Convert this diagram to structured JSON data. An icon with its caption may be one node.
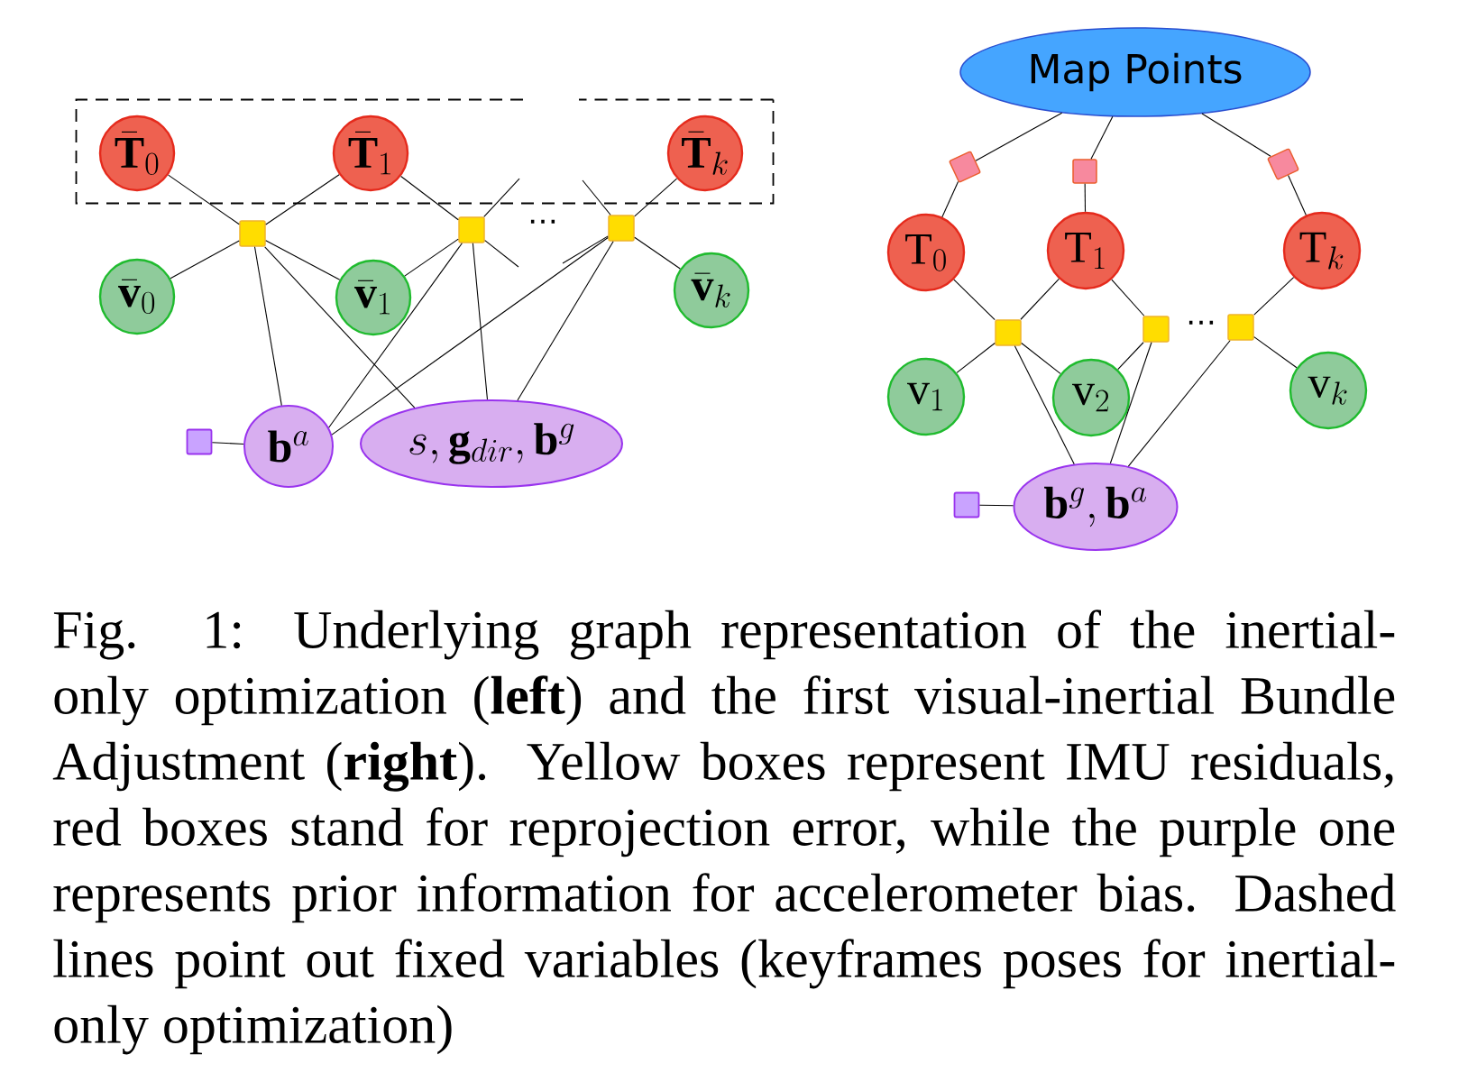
{
  "diagram": {
    "caption": "Fig. 1: Underlying graph representation of the inertial-only optimization (**left**) and the first visual-inertial Bundle Adjustment (**right**). Yellow boxes represent IMU residuals, red boxes stand for reprojection error, while the purple one represents prior information for accelerometer bias. Dashed lines point out fixed variables (keyframes poses for inertial-only optimization)",
    "nodes": [
      {
        "text": [],
        "shape": "box"
      },
      {
        "text": [
          "\\bar{\\mathbf{T}}_0"
        ],
        "in": 0
      },
      {
        "text": [
          "\\bar{\\mathbf{T}}_1"
        ],
        "in": 0
      },
      {
        "text": [
          "\\bar{\\mathbf{T}}_k"
        ],
        "in": 0
      },
      {
        "text": [],
        "shape": "box"
      },
      {
        "text": [],
        "shape": "box"
      },
      {
        "text": [],
        "shape": "box"
      },
      {
        "text": [
          "\\bar{\\mathbf{v}}_0"
        ]
      },
      {
        "text": [
          "\\bar{\\mathbf{v}}_1"
        ]
      },
      {
        "text": [
          "\\bar{\\mathbf{v}}_k"
        ]
      },
      {
        "text": [],
        "shape": "box"
      },
      {
        "text": [
          "\\mathbf{b}^a"
        ]
      },
      {
        "text": [
          "s, \\mathbf{g}_{dir}, \\mathbf{b}^g"
        ]
      },
      {
        "text": [
          "Map Points"
        ]
      },
      {
        "text": [],
        "shape": "box"
      },
      {
        "text": [],
        "shape": "box"
      },
      {
        "text": [],
        "shape": "box"
      },
      {
        "text": [
          "\\mathrm{T}_0"
        ]
      },
      {
        "text": [
          "\\mathrm{T}_1"
        ]
      },
      {
        "text": [
          "\\mathrm{T}_k"
        ]
      },
      {
        "text": [],
        "shape": "box"
      },
      {
        "text": [],
        "shape": "box"
      },
      {
        "text": [],
        "shape": "box"
      },
      {
        "text": [
          "\\mathrm{v}_1"
        ]
      },
      {
        "text": [
          "\\mathrm{v}_2"
        ]
      },
      {
        "text": [
          "\\mathrm{v}_k"
        ]
      },
      {
        "text": [],
        "shape": "box"
      },
      {
        "text": [
          "\\mathbf{b}^g, \\mathbf{b}^a"
        ]
      }
    ],
    "edges": [
      {
        "from": 1,
        "to": 4,
        "arrow": "none"
      },
      {
        "from": 2,
        "to": 4,
        "arrow": "none"
      },
      {
        "from": 7,
        "to": 4,
        "arrow": "none"
      },
      {
        "from": 8,
        "to": 4,
        "arrow": "none"
      },
      {
        "from": 4,
        "to": 11,
        "arrow": "none"
      },
      {
        "from": 4,
        "to": 12,
        "arrow": "none"
      },
      {
        "from": 2,
        "to": 5,
        "arrow": "none"
      },
      {
        "from": 8,
        "to": 5,
        "arrow": "none"
      },
      {
        "from": 5,
        "to": 11,
        "arrow": "none"
      },
      {
        "from": 5,
        "to": 12,
        "arrow": "none"
      },
      {
        "from": 5,
        "to": null,
        "arrow": "none"
      },
      {
        "from": 5,
        "to": null,
        "arrow": "none"
      },
      {
        "from": 3,
        "to": 6,
        "arrow": "none"
      },
      {
        "from": 9,
        "to": 6,
        "arrow": "none"
      },
      {
        "from": 6,
        "to": 11,
        "arrow": "none"
      },
      {
        "from": 6,
        "to": 12,
        "arrow": "none"
      },
      {
        "from": 6,
        "to": null,
        "arrow": "none"
      },
      {
        "from": 6,
        "to": null,
        "arrow": "none"
      },
      {
        "from": 10,
        "to": 11,
        "arrow": "none"
      },
      {
        "from": 13,
        "to": 14,
        "arrow": "none"
      },
      {
        "from": 14,
        "to": 17,
        "arrow": "none"
      },
      {
        "from": 13,
        "to": 15,
        "arrow": "none"
      },
      {
        "from": 15,
        "to": 18,
        "arrow": "none"
      },
      {
        "from": 13,
        "to": 16,
        "arrow": "none"
      },
      {
        "from": 16,
        "to": 19,
        "arrow": "none"
      },
      {
        "from": 17,
        "to": 20,
        "arrow": "none"
      },
      {
        "from": 18,
        "to": 20,
        "arrow": "none"
      },
      {
        "from": 23,
        "to": 20,
        "arrow": "none"
      },
      {
        "from": 24,
        "to": 20,
        "arrow": "none"
      },
      {
        "from": 20,
        "to": 27,
        "arrow": "none"
      },
      {
        "from": 18,
        "to": 21,
        "arrow": "none"
      },
      {
        "from": 24,
        "to": 21,
        "arrow": "none"
      },
      {
        "from": 21,
        "to": 27,
        "arrow": "none"
      },
      {
        "from": 19,
        "to": 22,
        "arrow": "none"
      },
      {
        "from": 25,
        "to": 22,
        "arrow": "none"
      },
      {
        "from": 22,
        "to": 27,
        "arrow": "none"
      },
      {
        "from": 26,
        "to": 27,
        "arrow": "none"
      }
    ],
    "labels": [
      "⋯",
      "⋯"
    ]
  }
}
